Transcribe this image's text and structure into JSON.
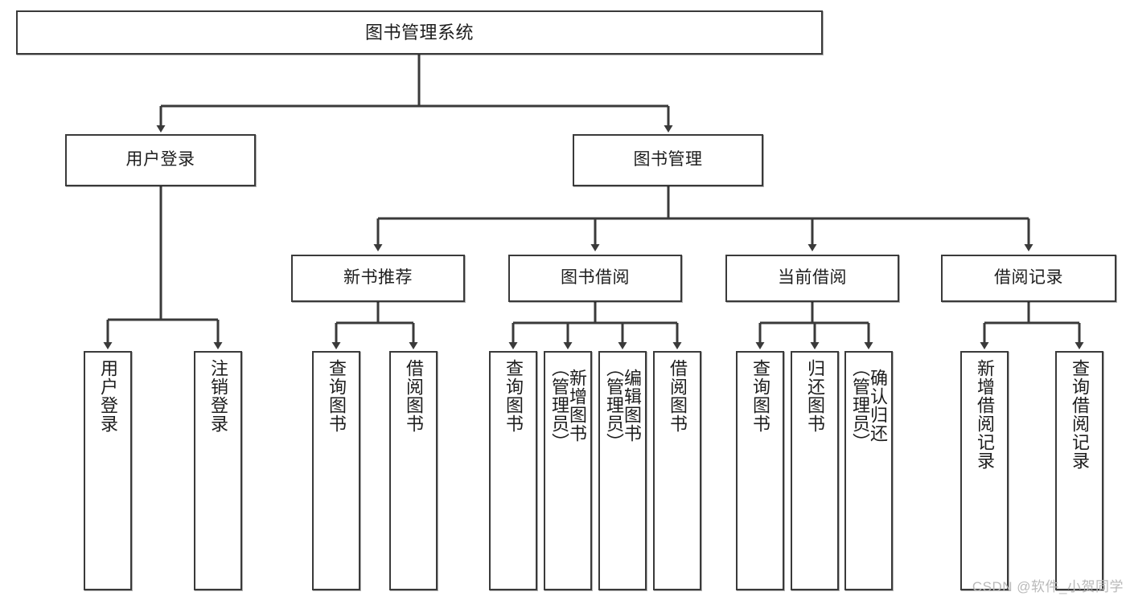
{
  "diagram": {
    "type": "tree",
    "title": "图书管理系统",
    "orientation": "top-down",
    "colors": {
      "box_border": "#3a3a3a",
      "box_fill": "#ffffff",
      "edge": "#3a3a3a",
      "text": "#1d1d1d",
      "watermark": "#b9b9b9"
    },
    "watermark": "CSDN @软件_小贺同学",
    "nodes": {
      "root": {
        "label": "图书管理系统"
      },
      "level2": [
        {
          "id": "user-login",
          "label": "用户登录"
        },
        {
          "id": "book-manage",
          "label": "图书管理"
        }
      ],
      "level3": [
        {
          "id": "new-book-rec",
          "label": "新书推荐"
        },
        {
          "id": "book-borrow",
          "label": "图书借阅"
        },
        {
          "id": "current-borrow",
          "label": "当前借阅"
        },
        {
          "id": "borrow-record",
          "label": "借阅记录"
        }
      ],
      "leaves": {
        "user-login": [
          {
            "id": "leaf-user-login",
            "label": "用户登录"
          },
          {
            "id": "leaf-logout",
            "label": "注销登录"
          }
        ],
        "new-book-rec": [
          {
            "id": "leaf-query-book-1",
            "label": "查询图书"
          },
          {
            "id": "leaf-borrow-book-1",
            "label": "借阅图书"
          }
        ],
        "book-borrow": [
          {
            "id": "leaf-query-book-2",
            "label": "查询图书"
          },
          {
            "id": "leaf-add-book",
            "label": "新增图书\n（管理员）"
          },
          {
            "id": "leaf-edit-book",
            "label": "编辑图书\n（管理员）"
          },
          {
            "id": "leaf-borrow-book-2",
            "label": "借阅图书"
          }
        ],
        "current-borrow": [
          {
            "id": "leaf-query-book-3",
            "label": "查询图书"
          },
          {
            "id": "leaf-return-book",
            "label": "归还图书"
          },
          {
            "id": "leaf-confirm-return",
            "label": "确认归还\n（管理员）"
          }
        ],
        "borrow-record": [
          {
            "id": "leaf-add-record",
            "label": "新增借阅记录"
          },
          {
            "id": "leaf-query-record",
            "label": "查询借阅记录"
          }
        ]
      }
    }
  }
}
